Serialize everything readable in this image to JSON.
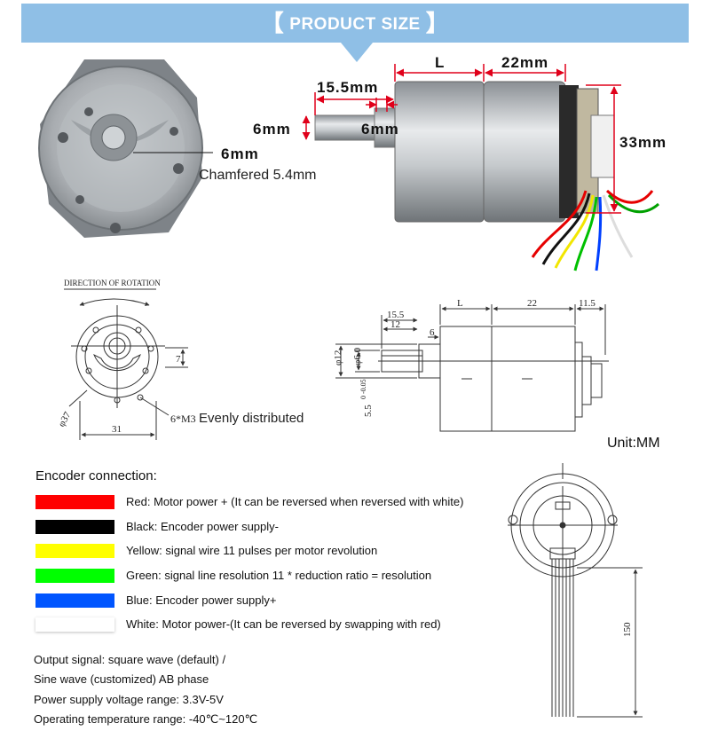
{
  "header": {
    "title": "PRODUCT SIZE",
    "bracket_left": "【",
    "bracket_right": "】"
  },
  "photo_labels": {
    "length": "L",
    "gearbox_length": "22mm",
    "shaft_length": "15.5mm",
    "shaft_diameter_left": "6mm",
    "shaft_diameter_right": "6mm",
    "height": "33mm",
    "front_shaft": "6mm",
    "chamfer": "Chamfered 5.4mm"
  },
  "drawing_left": {
    "direction_label": "DIRECTION OF ROTATION",
    "dim_7": "7",
    "dim_37": "φ37",
    "dim_31": "31",
    "hole_note": "6*M3",
    "hole_note_suffix": "Evenly distributed"
  },
  "drawing_right": {
    "dim_15_5": "15.5",
    "dim_12": "12",
    "dim_L": "L",
    "dim_22": "22",
    "dim_11_5": "11.5",
    "dim_6": "6",
    "dim_phi12": "φ12",
    "dim_phi6": "φ6.0",
    "dim_5_5": "5.5",
    "dim_tol": "0 -0.05"
  },
  "unit_label": "Unit:MM",
  "encoder": {
    "title": "Encoder connection:",
    "wires": [
      {
        "color": "#ff0000",
        "label": "Red: Motor power + (It can be reversed when reversed with white)"
      },
      {
        "color": "#000000",
        "label": "Black: Encoder power supply-"
      },
      {
        "color": "#ffff00",
        "label": "Yellow: signal wire 11 pulses per motor revolution"
      },
      {
        "color": "#00ff00",
        "label": "Green: signal line resolution 11 * reduction ratio = resolution"
      },
      {
        "color": "#0055ff",
        "label": "Blue: Encoder power supply+"
      },
      {
        "color": "#ffffff",
        "label": "White: Motor power-(It can be reversed by swapping with red)"
      }
    ]
  },
  "specs": [
    "Output signal: square wave (default) /",
    "Sine wave (customized) AB phase",
    "Power supply voltage range: 3.3V-5V",
    "Operating temperature range: -40℃~120℃"
  ],
  "encoder_drawing": {
    "cable_length": "150"
  },
  "colors": {
    "banner": "#8fbfe6",
    "dim_red": "#e0001a"
  }
}
